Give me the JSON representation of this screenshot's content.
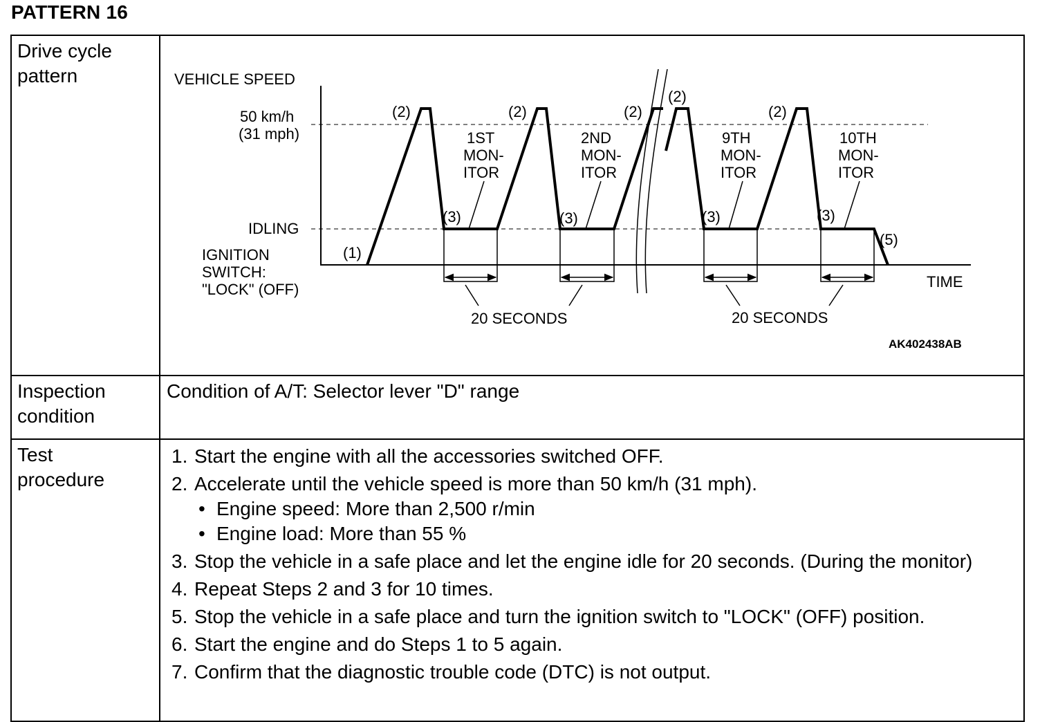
{
  "title": "PATTERN 16",
  "rows": {
    "drive_cycle": {
      "header_line1": "Drive cycle",
      "header_line2": "pattern"
    },
    "inspection": {
      "header_line1": "Inspection",
      "header_line2": "condition",
      "text": "Condition of A/T: Selector lever \"D\" range"
    },
    "test": {
      "header_line1": "Test",
      "header_line2": "procedure",
      "steps": [
        {
          "num": "1.",
          "text": "Start the engine with all the accessories switched OFF."
        },
        {
          "num": "2.",
          "text": "Accelerate until the vehicle speed is more than 50 km/h (31 mph)."
        },
        {
          "num": "3.",
          "text": "Stop the vehicle in a safe place and let the engine idle for 20 seconds. (During the monitor)"
        },
        {
          "num": "4.",
          "text": "Repeat Steps 2 and 3 for 10 times."
        },
        {
          "num": "5.",
          "text": "Stop the vehicle in a safe place and turn the ignition switch to \"LOCK\" (OFF) position."
        },
        {
          "num": "6.",
          "text": "Start the engine and do Steps 1 to 5 again."
        },
        {
          "num": "7.",
          "text": "Confirm that the diagnostic trouble code (DTC) is not output."
        }
      ],
      "step2_bullets": [
        "Engine speed: More than 2,500 r/min",
        "Engine load: More than 55 %"
      ]
    }
  },
  "diagram": {
    "y_axis_label": "VEHICLE SPEED",
    "speed_label_1": "50 km/h",
    "speed_label_2": "(31 mph)",
    "idling_label": "IDLING",
    "ignition_label_1": "IGNITION",
    "ignition_label_2": "SWITCH:",
    "ignition_label_3": "\"LOCK\" (OFF)",
    "x_axis_label": "TIME",
    "marker_1": "(1)",
    "marker_2": "(2)",
    "marker_3": "(3)",
    "marker_5": "(5)",
    "monitors": [
      {
        "l1": "1ST",
        "l2": "MON-",
        "l3": "ITOR"
      },
      {
        "l1": "2ND",
        "l2": "MON-",
        "l3": "ITOR"
      },
      {
        "l1": "9TH",
        "l2": "MON-",
        "l3": "ITOR"
      },
      {
        "l1": "10TH",
        "l2": "MON-",
        "l3": "ITOR"
      }
    ],
    "seconds_label": "20 SECONDS",
    "figure_code": "AK402438AB"
  }
}
